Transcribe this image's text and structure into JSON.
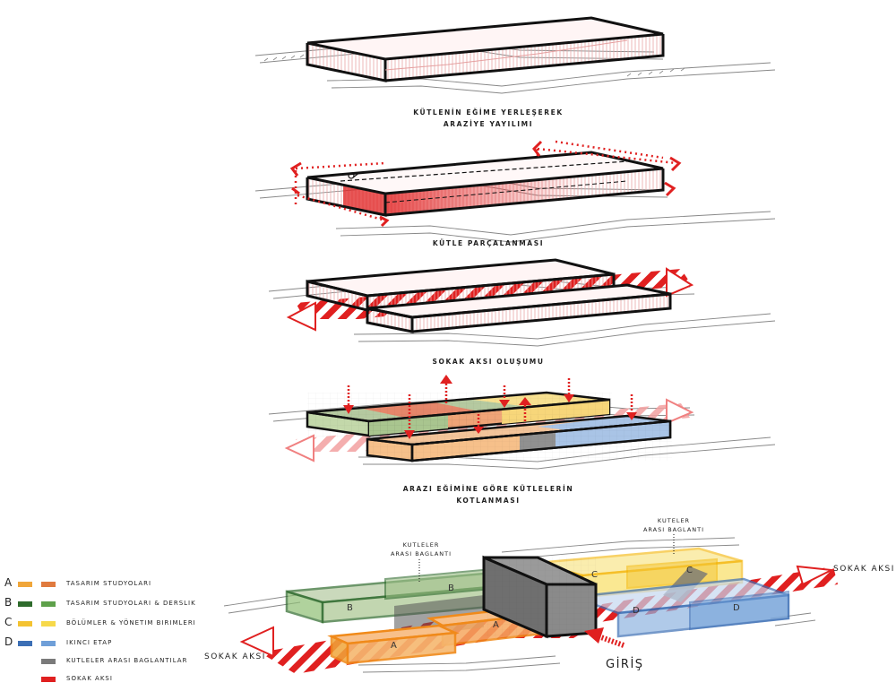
{
  "captions": {
    "step1_line1": "KÜTLENİN EĞİME YERLEŞEREK",
    "step1_line2": "ARAZİYE YAYILIMI",
    "step2": "KÜTLE PARÇALANMASI",
    "step3": "SOKAK AKSI OLUŞUMU",
    "step4_line1": "ARAZI EĞİMİNE GÖRE KÜTLELERİN",
    "step4_line2": "KOTLANMASI"
  },
  "annotations": {
    "link_left_line1": "KUTLELER",
    "link_left_line2": "ARASI BAGLANTI",
    "link_right_line1": "KUTELER",
    "link_right_line2": "ARASI BAGLANTI",
    "street_axis_right": "SOKAK AKSI",
    "street_axis_left": "SOKAK AKSI",
    "entrance": "GİRİŞ"
  },
  "block_labels": {
    "a": "A",
    "b": "B",
    "c": "C",
    "d": "D"
  },
  "legend": [
    {
      "letter": "A",
      "label": "TASARIM STUDYOLARI",
      "colors": [
        "#f0a63a",
        "#e07a3e"
      ]
    },
    {
      "letter": "B",
      "label": "TASARIM STUDYOLARI & DERSLIK",
      "colors": [
        "#2e6b2c",
        "#5ea04a"
      ]
    },
    {
      "letter": "C",
      "label": "BÖLÜMLER & YÖNETIM BIRIMLERI",
      "colors": [
        "#f4c331",
        "#f7d94a"
      ]
    },
    {
      "letter": "D",
      "label": "IKINCI ETAP",
      "colors": [
        "#3c6fb5",
        "#6f9fd8"
      ]
    },
    {
      "letter": "",
      "label": "KUTLELER ARASI BAGLANTILAR",
      "colors": [
        "#7a7a7a"
      ]
    },
    {
      "letter": "",
      "label": "SOKAK AKSI",
      "colors": [
        "#e02020"
      ]
    }
  ],
  "colors": {
    "street": "#e02020",
    "outline": "#111111"
  }
}
